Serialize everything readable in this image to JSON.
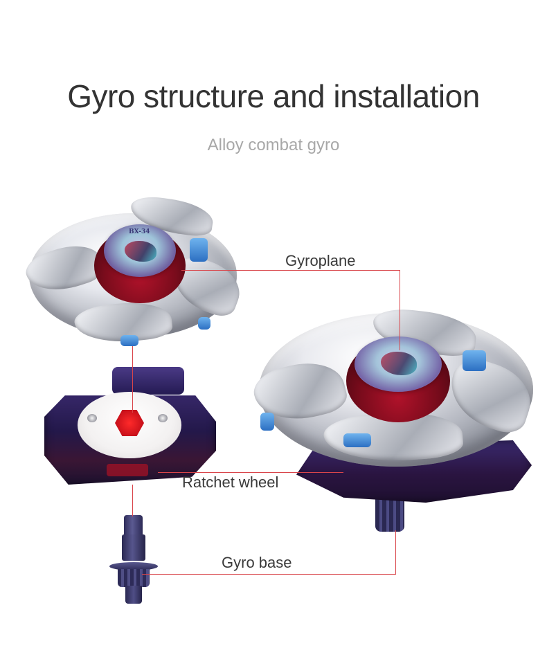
{
  "header": {
    "title": "Gyro structure and installation",
    "subtitle": "Alloy combat gyro"
  },
  "parts": {
    "gyroplane": {
      "label": "Gyroplane",
      "code": "BX-34"
    },
    "ratchet_wheel": {
      "label": "Ratchet wheel"
    },
    "gyro_base": {
      "label": "Gyro base"
    }
  },
  "colors": {
    "title": "#333333",
    "subtitle": "#a8a8a8",
    "callout_line": "#d9454a",
    "label": "#3a3a3a"
  }
}
